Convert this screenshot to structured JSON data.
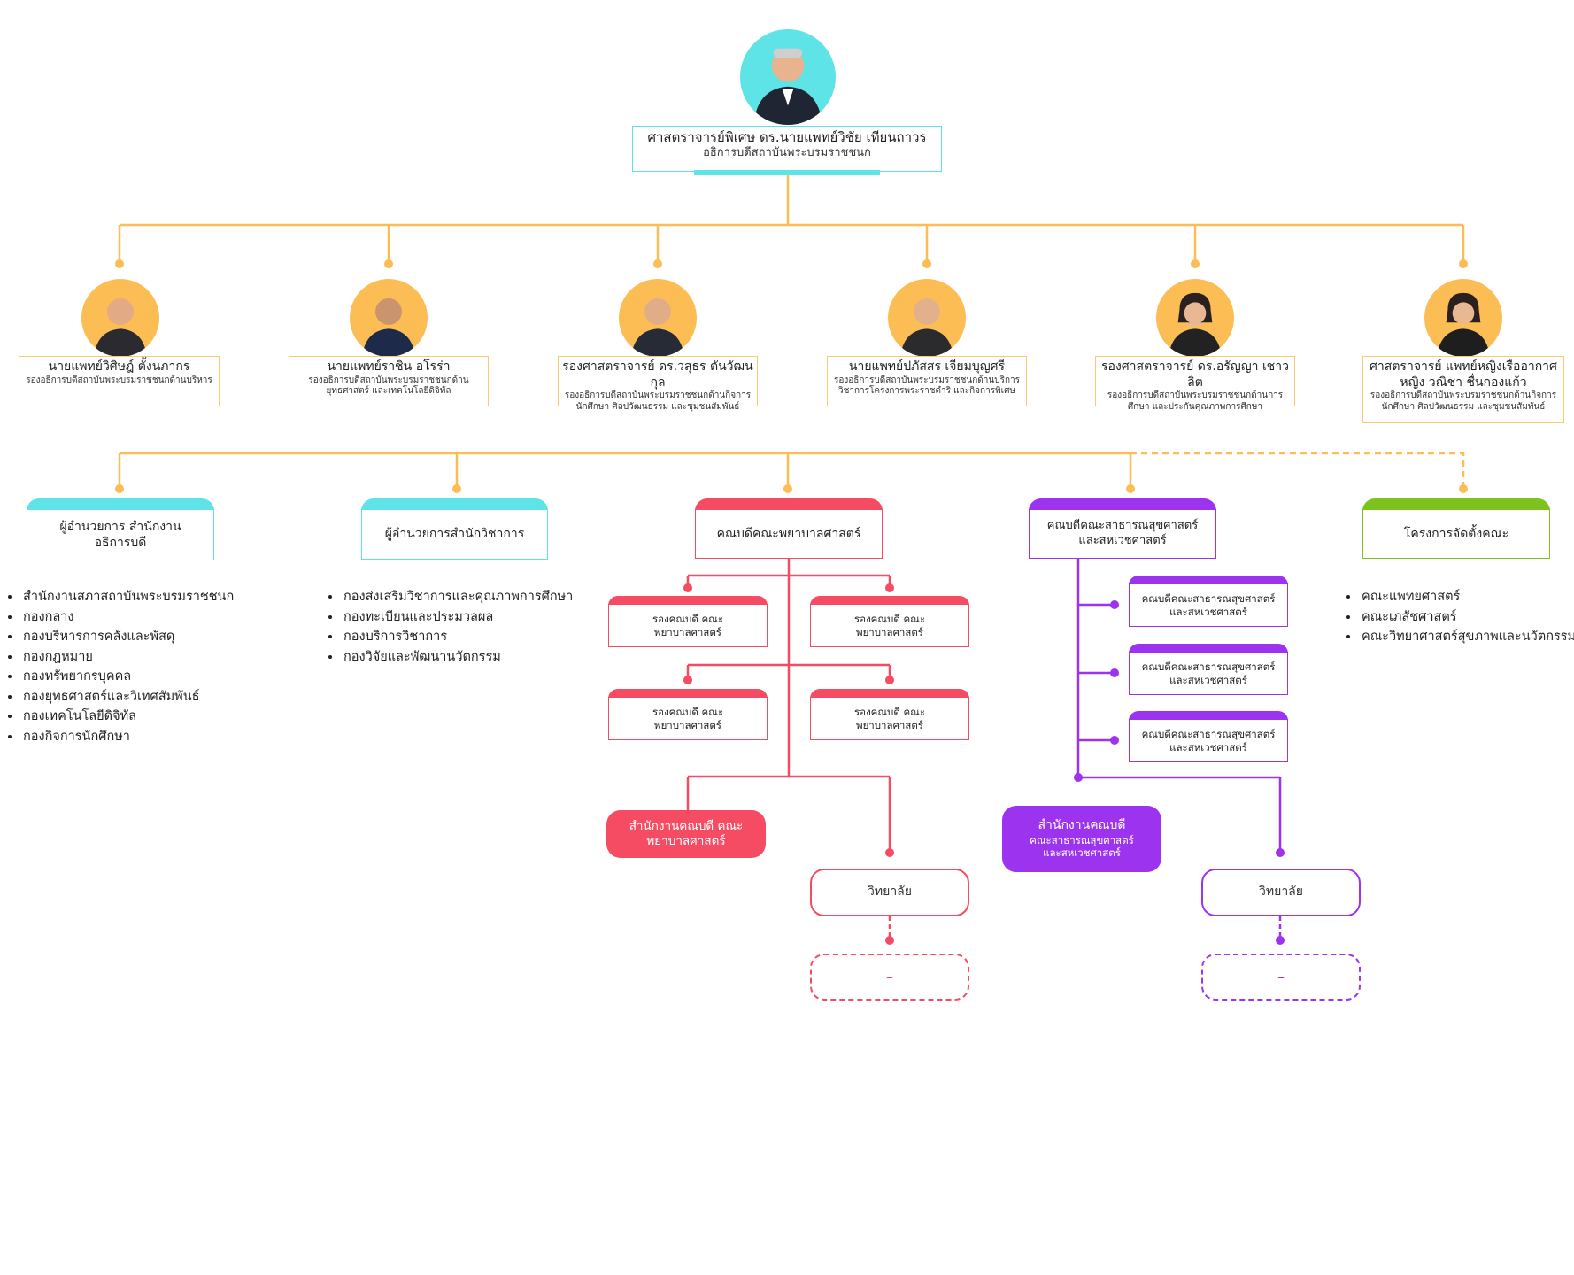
{
  "president": {
    "name": "ศาสตราจารย์พิเศษ ดร.นายแพทย์วิชัย เทียนถาวร",
    "role": "อธิการบดีสถาบันพระบรมราชชนก"
  },
  "vice_presidents": [
    {
      "name": "นายแพทย์วิศิษฎ์ ตั้งนภากร",
      "role": "รองอธิการบดีสถาบันพระบรมราชชนกด้านบริหาร"
    },
    {
      "name": "นายแพทย์ราชิน อโรร่า",
      "role": "รองอธิการบดีสถาบันพระบรมราชชนกด้านยุทธศาสตร์ และเทคโนโลยีดิจิทัล"
    },
    {
      "name": "รองศาสตราจารย์ ดร.วสุธร ตันวัฒนกุล",
      "role": "รองอธิการบดีสถาบันพระบรมราชชนกด้านกิจการ นักศึกษา ศิลปวัฒนธรรม และชุมชนสัมพันธ์"
    },
    {
      "name": "นายแพทย์ปภัสสร เจียมบุญศรี",
      "role": "รองอธิการบดีสถาบันพระบรมราชชนกด้านบริการ วิชาการโครงการพระราชดำริ และกิจการพิเศษ"
    },
    {
      "name": "รองศาสตราจารย์ ดร.อรัญญา เชาวลิต",
      "role": "รองอธิการบดีสถาบันพระบรมราชชนกด้านการศึกษา และประกันคุณภาพการศึกษา"
    },
    {
      "name": "ศาสตราจารย์ แพทย์หญิงเรืออากาศหญิง วณิชา ชื่นกองแก้ว",
      "role": "รองอธิการบดีสถาบันพระบรมราชชนกด้านกิจการ นักศึกษา ศิลปวัฒนธรรม และชุมชนสัมพันธ์"
    }
  ],
  "departments": {
    "office_president": {
      "title": "ผู้อำนวยการ สำนักงานอธิการบดี",
      "units": [
        "สำนักงานสภาสถาบันพระบรมราชชนก",
        "กองกลาง",
        "กองบริหารการคลังและพัสดุ",
        "กองกฎหมาย",
        "กองทรัพยากรบุคคล",
        "กองยุทธศาสตร์และวิเทศสัมพันธ์",
        "กองเทคโนโลยีดิจิทัล",
        "กองกิจการนักศึกษา"
      ]
    },
    "academic_office": {
      "title": "ผู้อำนวยการสำนักวิชาการ",
      "units": [
        "กองส่งเสริมวิชาการและคุณภาพการศึกษา",
        "กองทะเบียนและประมวลผล",
        "กองบริการวิชาการ",
        "กองวิจัยและพัฒนานวัตกรรม"
      ]
    },
    "nursing": {
      "title": "คณบดีคณะพยาบาลศาสตร์",
      "deputy": "รองคณบดี คณะพยาบาลศาสตร์",
      "office": "สำนักงานคณบดี คณะพยาบาลศาสตร์",
      "college": "วิทยาลัย",
      "placeholder": "–"
    },
    "public_health": {
      "title": "คณบดีคณะสาธารณสุขศาสตร์ และสหเวชศาสตร์",
      "deputy": "คณบดีคณะสาธารณสุขศาสตร์ และสหเวชศาสตร์",
      "office_title": "สำนักงานคณบดี",
      "office_sub": "คณะสาธารณสุขศาสตร์ และสหเวชศาสตร์",
      "college": "วิทยาลัย",
      "placeholder": "–"
    },
    "faculty_project": {
      "title": "โครงการจัดตั้งคณะ",
      "units": [
        "คณะแพทยศาสตร์",
        "คณะเภสัชศาสตร์",
        "คณะวิทยาศาสตร์สุขภาพและนวัตกรรม"
      ]
    }
  },
  "colors": {
    "connector": "#fbbd54",
    "cyan": "#5ee3e6",
    "nursing": "#f54c63",
    "public_health": "#9c33ee",
    "project": "#7dc21e"
  }
}
